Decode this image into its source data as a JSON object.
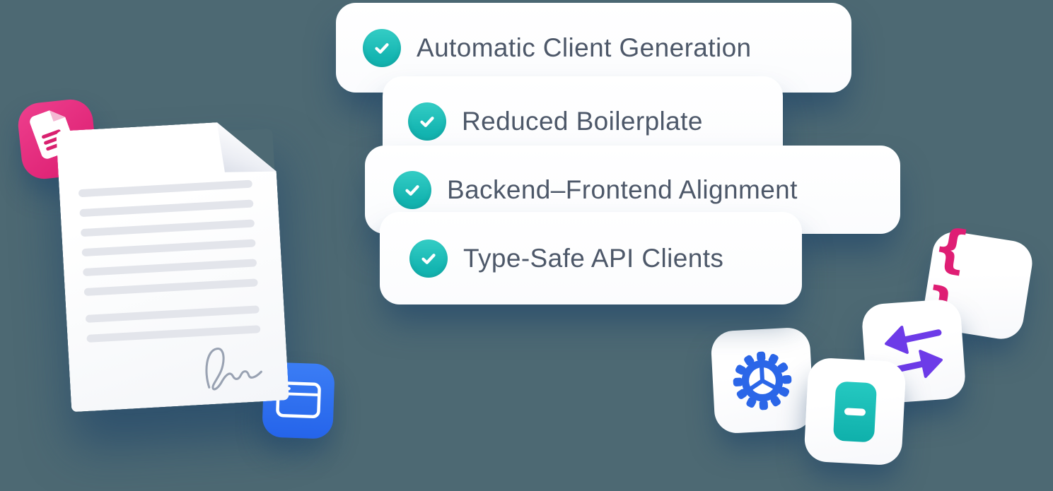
{
  "illustration": {
    "background_color": "#4d6973",
    "features": [
      {
        "label": "Automatic Client Generation",
        "icon": "check-icon"
      },
      {
        "label": "Reduced Boilerplate",
        "icon": "check-icon"
      },
      {
        "label": "Backend–Frontend Alignment",
        "icon": "check-icon"
      },
      {
        "label": "Type-Safe API Clients",
        "icon": "check-icon"
      }
    ],
    "document": {
      "text_line_count": 8,
      "has_signature": true,
      "stickers": [
        {
          "name": "note-icon",
          "color": "#e2247a"
        },
        {
          "name": "browser-window-icon",
          "color": "#2e6ef0"
        }
      ]
    },
    "tiles": [
      {
        "name": "gear-icon",
        "color": "#2b66e8"
      },
      {
        "name": "device-minus-icon",
        "color": "#13b9b4"
      },
      {
        "name": "transfer-arrows-icon",
        "color": "#6d3be8"
      },
      {
        "name": "curly-braces-icon",
        "color": "#df1e74",
        "glyph": "{ }"
      }
    ],
    "colors": {
      "card_bg": "#ffffff",
      "text": "#4d5869",
      "check_teal": "#14b5b1",
      "paper_line": "#e3e5eb",
      "signature": "#99a2b2",
      "shadow_blue": "#15406a"
    }
  }
}
